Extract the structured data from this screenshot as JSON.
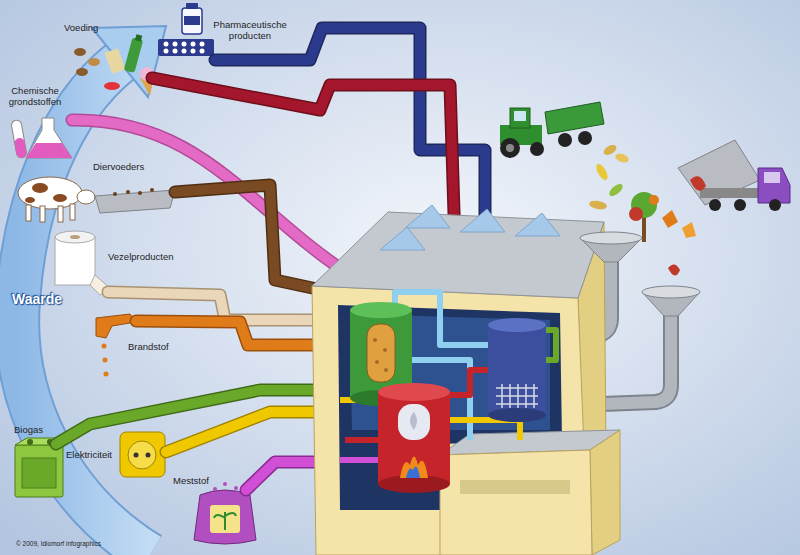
{
  "diagram": {
    "labels": [
      "Pharmaceutische producten",
      "Voeding",
      "Chemische grondstoffen",
      "Diervoeders",
      "Vezelproducten",
      "Waarde",
      "Brandstof",
      "Biogas",
      "Elektriciteit",
      "Meststof",
      "© 2009, Idiomorf infographics"
    ]
  }
}
